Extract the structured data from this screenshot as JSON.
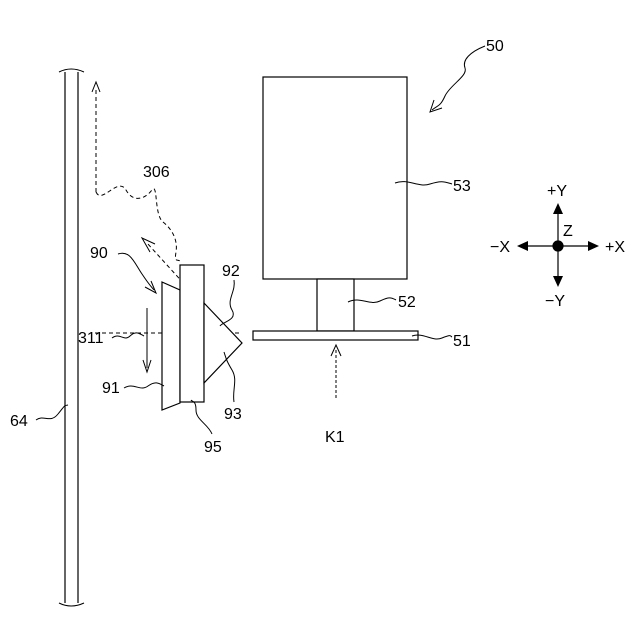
{
  "labels": {
    "ref_50": "50",
    "ref_53": "53",
    "ref_52": "52",
    "ref_51": "51",
    "ref_k1": "K1",
    "ref_306": "306",
    "ref_90": "90",
    "ref_92": "92",
    "ref_311": "311",
    "ref_91": "91",
    "ref_93": "93",
    "ref_95": "95",
    "ref_64": "64"
  },
  "axes": {
    "plus_y": "+Y",
    "minus_y": "−Y",
    "plus_x": "+X",
    "minus_x": "−X",
    "z": "Z"
  },
  "colors": {
    "line": "#000000",
    "background": "#ffffff"
  }
}
